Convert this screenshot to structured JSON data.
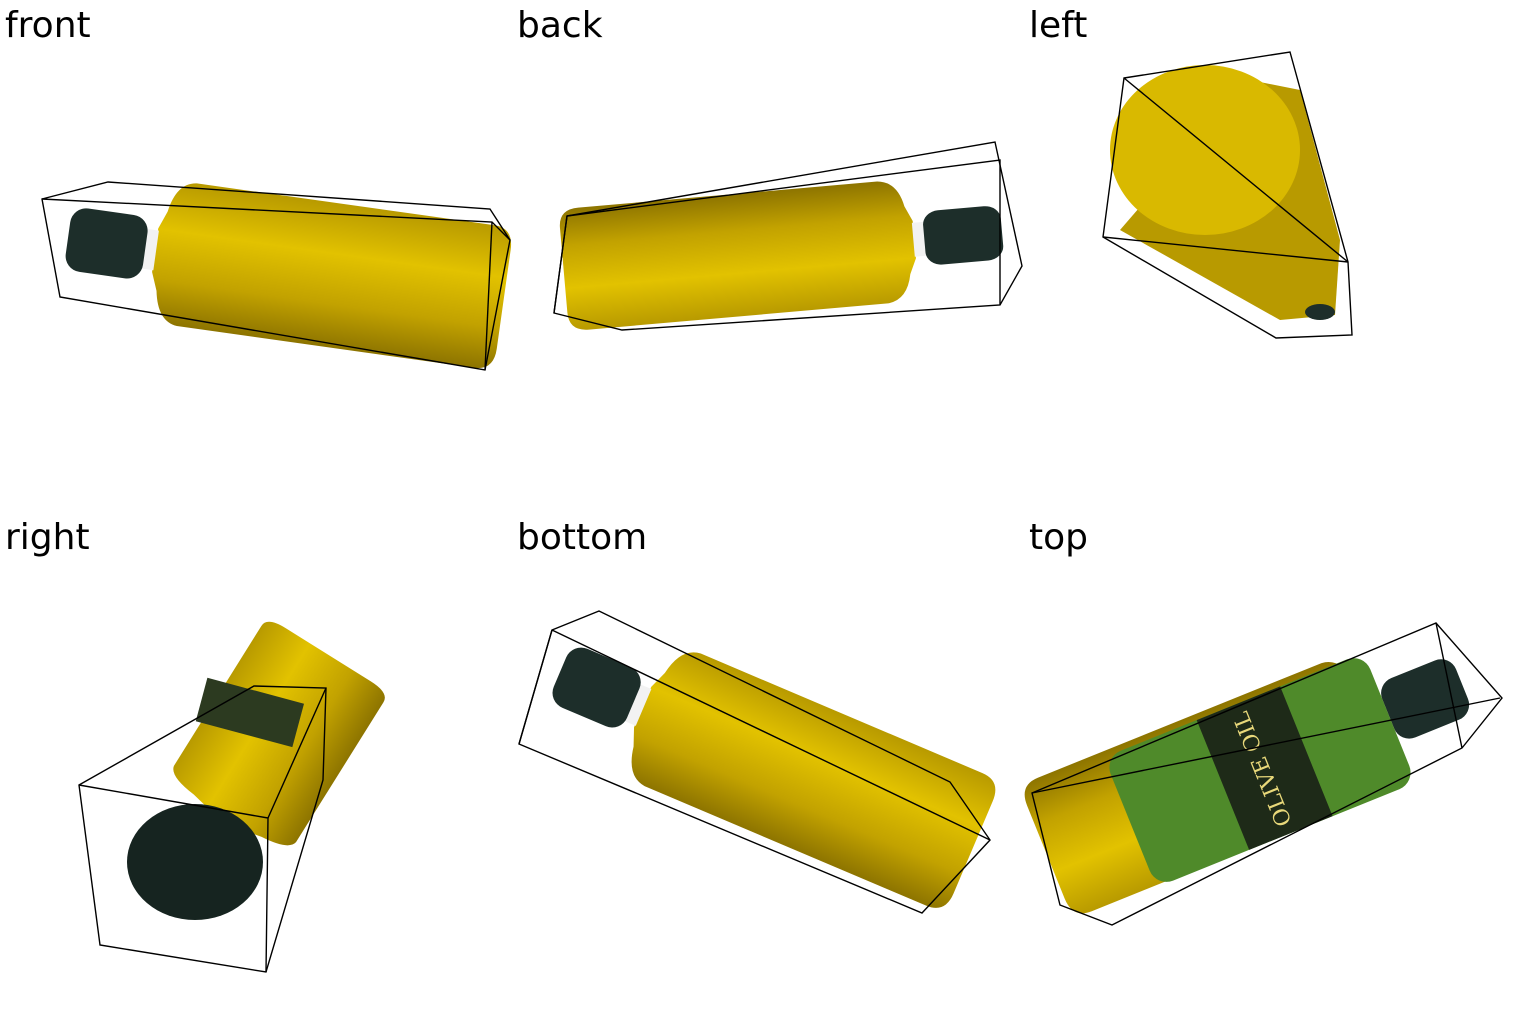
{
  "panels": [
    {
      "label": "front"
    },
    {
      "label": "back"
    },
    {
      "label": "left"
    },
    {
      "label": "right"
    },
    {
      "label": "bottom"
    },
    {
      "label": "top"
    }
  ],
  "colors": {
    "oil": "#c9a800",
    "oil_highlight": "#e6c400",
    "cap": "#1d2e2a",
    "label_green": "#4f8a2a",
    "box_line": "#000000"
  },
  "bottle_label_text": "OLIVE OIL"
}
